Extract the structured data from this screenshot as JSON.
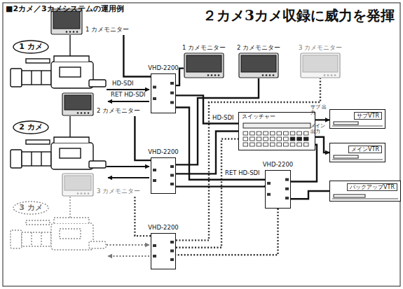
{
  "diagram": {
    "title": "２カメ3カメ収録に威力を発揮",
    "nodes": [
      {
        "text": [
          "1 カメ"
        ]
      },
      {
        "text": [
          "1 カメモニター"
        ]
      },
      {
        "text": [
          "VHD-2200"
        ]
      },
      {
        "text": [
          "1 カメモニター"
        ]
      },
      {
        "text": [
          "2 カメモニター"
        ]
      },
      {
        "text": [
          "3 カメモニター"
        ]
      },
      {
        "text": [
          "スイッチャー"
        ]
      },
      {
        "text": [
          "サブVTR"
        ]
      },
      {
        "text": [
          "2 カメ"
        ]
      },
      {
        "text": [
          "2 カメモニター"
        ]
      },
      {
        "text": [
          "VHD-2200"
        ]
      },
      {
        "text": [
          "メインVTR"
        ]
      },
      {
        "text": [
          "VHD-2200"
        ]
      },
      {
        "text": [
          "バックアップVTR"
        ]
      },
      {
        "text": [
          "3 カメ"
        ]
      },
      {
        "text": [
          "3 カメモニター"
        ]
      },
      {
        "text": [
          "VHD-2200"
        ]
      }
    ],
    "edges": [
      {
        "from": 2,
        "to": 3,
        "arrow": "none"
      },
      {
        "from": 10,
        "to": 4,
        "arrow": "none"
      },
      {
        "from": 16,
        "to": 5,
        "arrow": "none"
      },
      {
        "from": 2,
        "to": 6,
        "arrow": "none"
      },
      {
        "from": 10,
        "to": 6,
        "arrow": "none"
      },
      {
        "from": 16,
        "to": 6,
        "arrow": "none"
      },
      {
        "from": 6,
        "to": 7,
        "arrow": "to"
      },
      {
        "from": 6,
        "to": 11,
        "arrow": "to"
      },
      {
        "from": 6,
        "to": 12,
        "arrow": "none"
      },
      {
        "from": 12,
        "to": 13,
        "arrow": "none"
      },
      {
        "from": 12,
        "to": 2,
        "arrow": "none"
      },
      {
        "from": 12,
        "to": 10,
        "arrow": "none"
      },
      {
        "from": 12,
        "to": 16,
        "arrow": "none"
      },
      {
        "from": 2,
        "to": 1,
        "arrow": "none"
      },
      {
        "from": 10,
        "to": 9,
        "arrow": "none"
      },
      {
        "from": 16,
        "to": 15,
        "arrow": "none"
      }
    ],
    "labels": [
      "■2カメ／3カメシステムの運用例",
      "HD-SDI",
      "RET HD-SDI",
      "HD-SDI",
      "サブ 出力",
      "メイン 出力",
      "RET HD-SDI"
    ]
  }
}
